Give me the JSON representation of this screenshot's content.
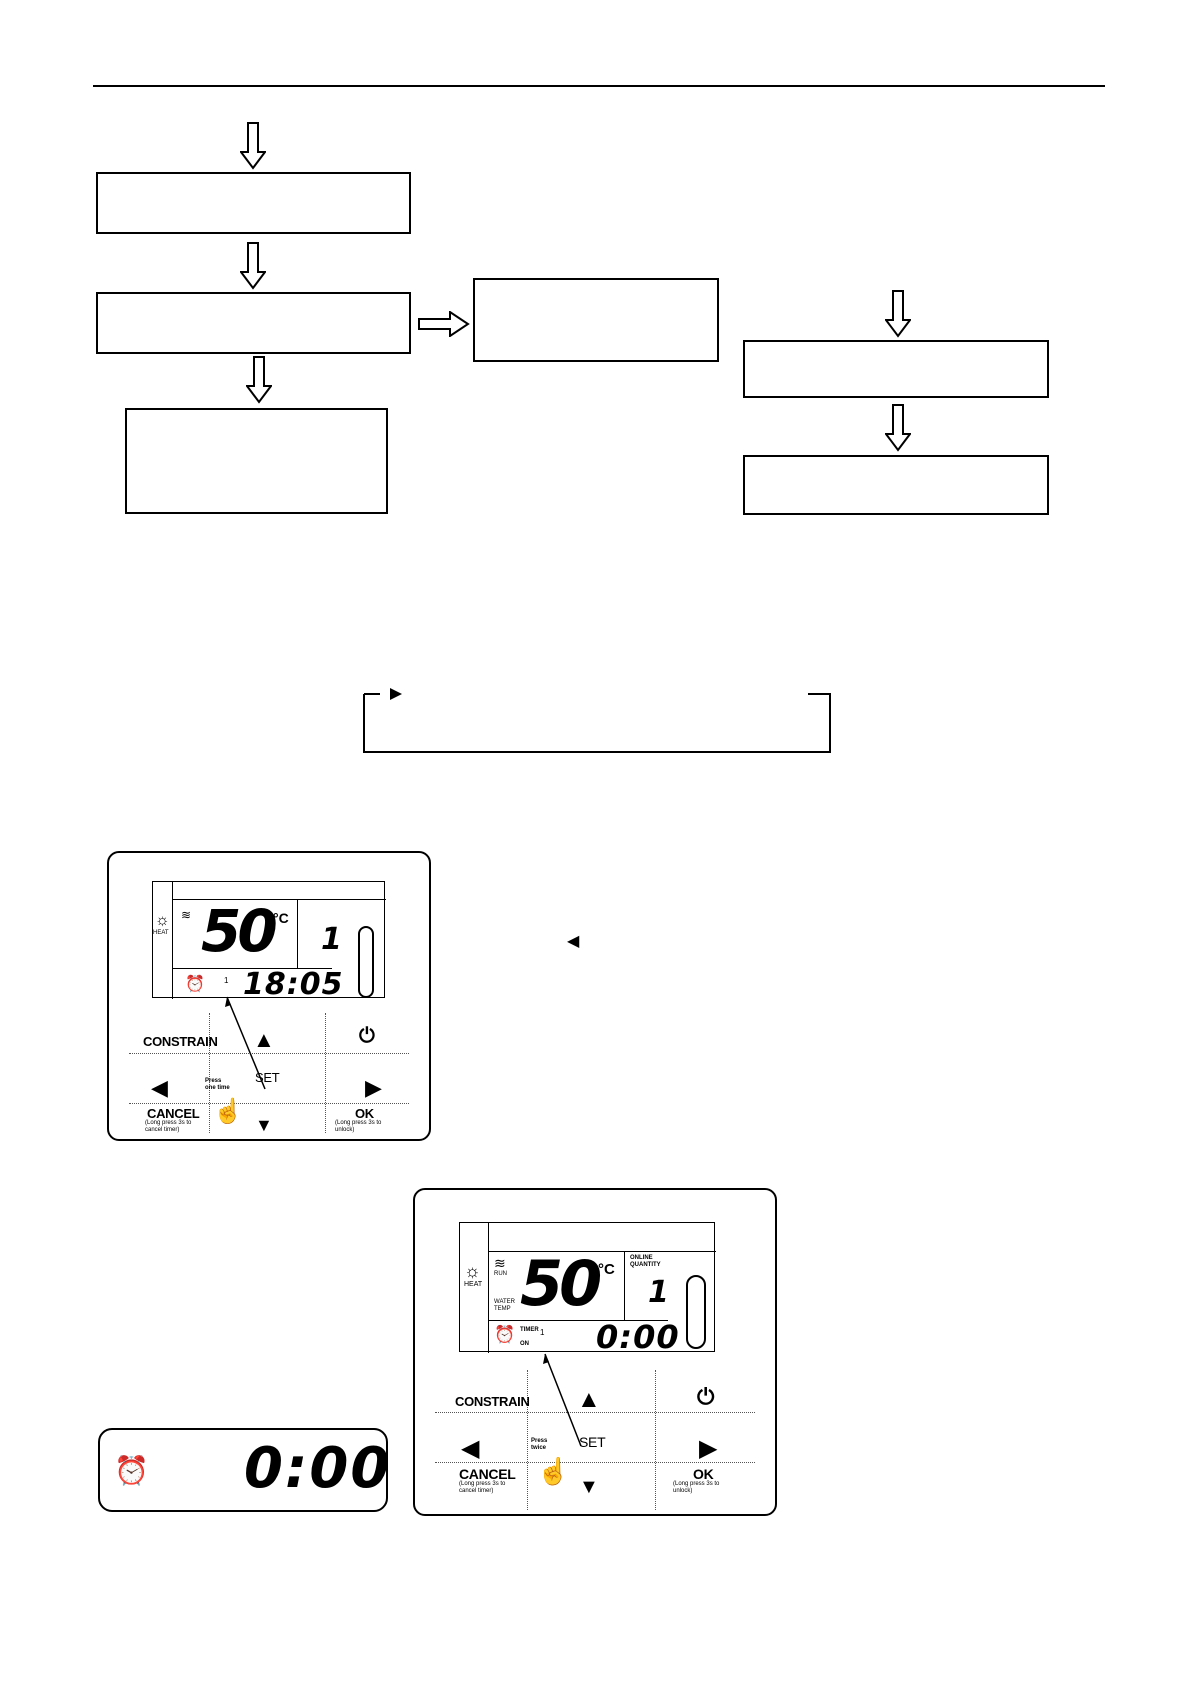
{
  "panel_a": {
    "lcd": {
      "mode_label": "HEAT",
      "temperature": "50",
      "unit": "°C",
      "quantity": "1",
      "timer_value": "1",
      "clock": "18:05"
    },
    "buttons": {
      "constrain": "CONSTRAIN",
      "cancel": "CANCEL",
      "cancel_note": "(Long press 3s to cancel timer)",
      "ok": "OK",
      "ok_note": "(Long press 3s to unlock)",
      "set": "SET",
      "press_note": "Press one time"
    }
  },
  "panel_b": {
    "lcd": {
      "mode_label": "HEAT",
      "run_label": "RUN",
      "water_temp_label": "WATER TEMP",
      "temperature": "50",
      "unit": "°C",
      "online_label": "ONLINE QUANTITY",
      "quantity": "1",
      "timer_label": "TIMER",
      "timer_value": "1",
      "on_label": "ON",
      "clock": "0:00"
    },
    "buttons": {
      "constrain": "CONSTRAIN",
      "cancel": "CANCEL",
      "cancel_note": "(Long press 3s to cancel timer)",
      "ok": "OK",
      "ok_note": "(Long press 3s to unlock)",
      "set": "SET",
      "press_note": "Press twice"
    }
  },
  "timer_display": {
    "value": "0:00"
  }
}
